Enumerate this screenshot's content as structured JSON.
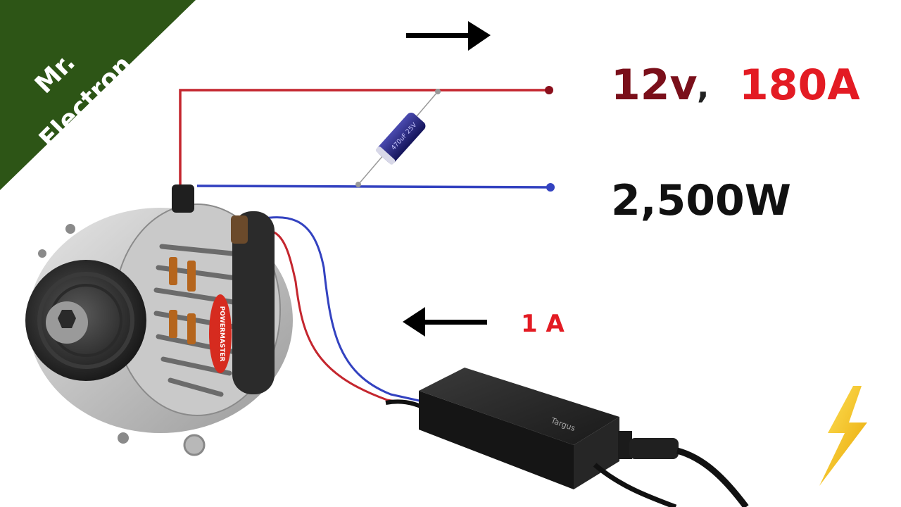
{
  "banner": {
    "line1": "Mr.",
    "line2": "Electron"
  },
  "output": {
    "voltage": "12v",
    "separator": ",",
    "current": "180A",
    "power": "2,500W"
  },
  "input": {
    "current": "1 A"
  },
  "colors": {
    "positive_wire": "#c4262e",
    "negative_wire": "#3342c0",
    "banner": "#2d5516",
    "bolt": "#f5c518"
  },
  "components": {
    "capacitor": {
      "print": "470uF 25V"
    },
    "alternator": {
      "brand": "POWERMASTER"
    },
    "adapter": {
      "brand": "Targus"
    }
  },
  "icons": [
    "right-arrow-icon",
    "left-arrow-icon",
    "lightning-bolt-icon"
  ]
}
